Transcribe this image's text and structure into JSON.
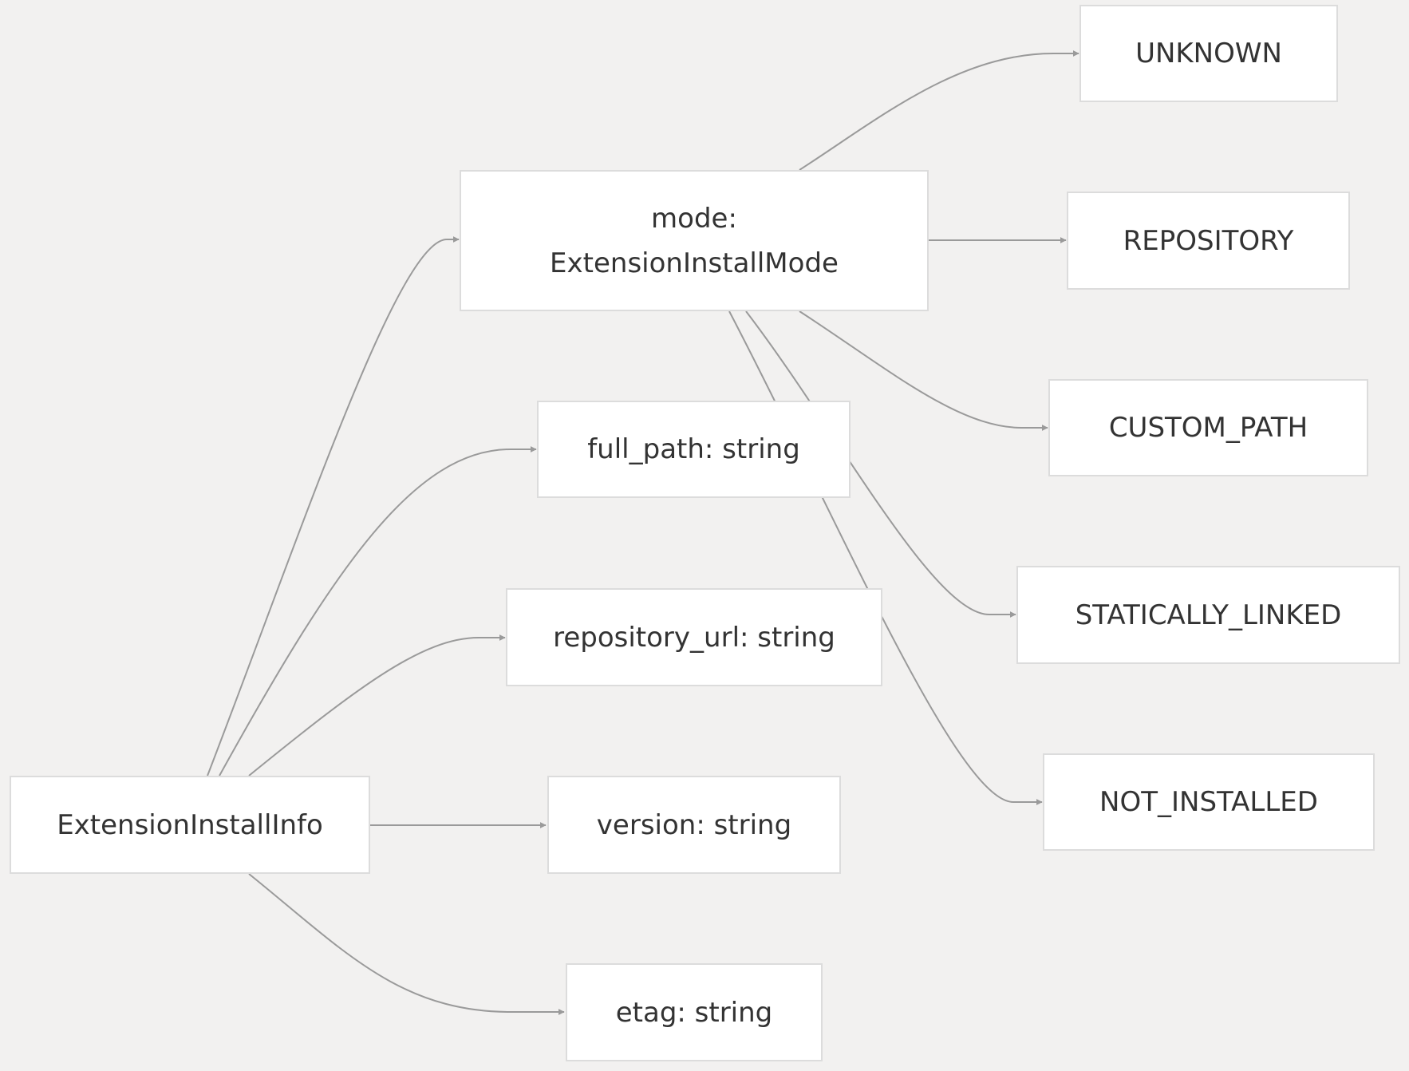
{
  "nodes": {
    "root": "ExtensionInstallInfo",
    "mode_line1": "mode:",
    "mode_line2": "ExtensionInstallMode",
    "full_path": "full_path: string",
    "repository_url": "repository_url: string",
    "version": "version: string",
    "etag": "etag: string",
    "unknown": "UNKNOWN",
    "repository": "REPOSITORY",
    "custom_path": "CUSTOM_PATH",
    "statically_linked": "STATICALLY_LINKED",
    "not_installed": "NOT_INSTALLED"
  },
  "edges": [
    {
      "from": "ExtensionInstallInfo",
      "to": "mode: ExtensionInstallMode"
    },
    {
      "from": "ExtensionInstallInfo",
      "to": "full_path: string"
    },
    {
      "from": "ExtensionInstallInfo",
      "to": "repository_url: string"
    },
    {
      "from": "ExtensionInstallInfo",
      "to": "version: string"
    },
    {
      "from": "ExtensionInstallInfo",
      "to": "etag: string"
    },
    {
      "from": "mode: ExtensionInstallMode",
      "to": "UNKNOWN"
    },
    {
      "from": "mode: ExtensionInstallMode",
      "to": "REPOSITORY"
    },
    {
      "from": "mode: ExtensionInstallMode",
      "to": "CUSTOM_PATH"
    },
    {
      "from": "mode: ExtensionInstallMode",
      "to": "STATICALLY_LINKED"
    },
    {
      "from": "mode: ExtensionInstallMode",
      "to": "NOT_INSTALLED"
    }
  ],
  "colors": {
    "background": "#f2f1f0",
    "node_fill": "#ffffff",
    "node_border": "#dcdcdc",
    "edge": "#9a9a9a",
    "text": "#333333"
  }
}
